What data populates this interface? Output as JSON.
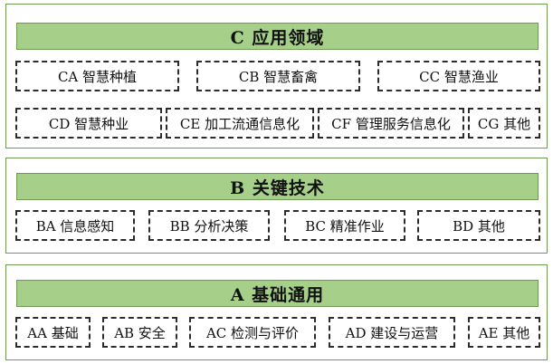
{
  "layers": {
    "c": {
      "title": "C 应用领域",
      "items": [
        "CA 智慧种植",
        "CB 智慧畜禽",
        "CC 智慧渔业",
        "CD 智慧种业",
        "CE 加工流通信息化",
        "CF 管理服务信息化",
        "CG 其他"
      ]
    },
    "b": {
      "title": "B 关键技术",
      "items": [
        "BA 信息感知",
        "BB 分析决策",
        "BC 精准作业",
        "BD 其他"
      ]
    },
    "a": {
      "title": "A 基础通用",
      "items": [
        "AA 基础",
        "AB 安全",
        "AC 检测与评价",
        "AD 建设与运营",
        "AE 其他"
      ]
    }
  },
  "colors": {
    "banner_fill": "#a6d08a",
    "border": "#6f9a56",
    "dashed": "#2c2c2c"
  }
}
